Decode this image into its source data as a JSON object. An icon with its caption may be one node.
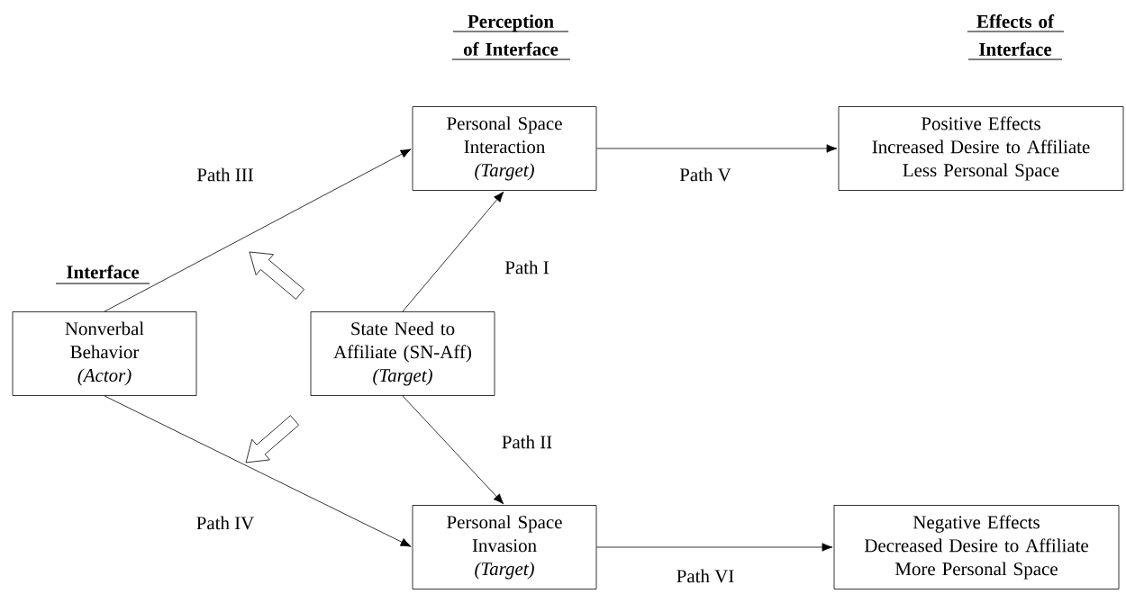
{
  "diagram": {
    "nodes": [
      {
        "text": [
          "Nonverbal Behavior",
          "(Actor)"
        ]
      },
      {
        "text": [
          "Personal Space Interaction",
          "(Target)"
        ]
      },
      {
        "text": [
          "State Need to Affiliate (SN-Aff)",
          "(Target)"
        ]
      },
      {
        "text": [
          "Personal Space Invasion",
          "(Target)"
        ]
      },
      {
        "text": [
          "Positive Effects",
          "Increased Desire to Affiliate Less Personal Space"
        ]
      },
      {
        "text": [
          "Negative Effects",
          "Decreased Desire to Affiliate More Personal Space"
        ]
      }
    ],
    "edges": [
      {
        "from": 0,
        "to": 1,
        "arrow": "to",
        "label": "Path III"
      },
      {
        "from": 2,
        "to": 1,
        "arrow": "to",
        "label": "Path I"
      },
      {
        "from": 2,
        "to": 3,
        "arrow": "to",
        "label": "Path II"
      },
      {
        "from": 0,
        "to": 3,
        "arrow": "to",
        "label": "Path IV"
      },
      {
        "from": 1,
        "to": 4,
        "arrow": "to",
        "label": "Path V"
      },
      {
        "from": 3,
        "to": 5,
        "arrow": "to",
        "label": "Path VI"
      }
    ],
    "labels": [
      "Perception of Interface",
      "Effects of Interface",
      "Interface"
    ]
  }
}
